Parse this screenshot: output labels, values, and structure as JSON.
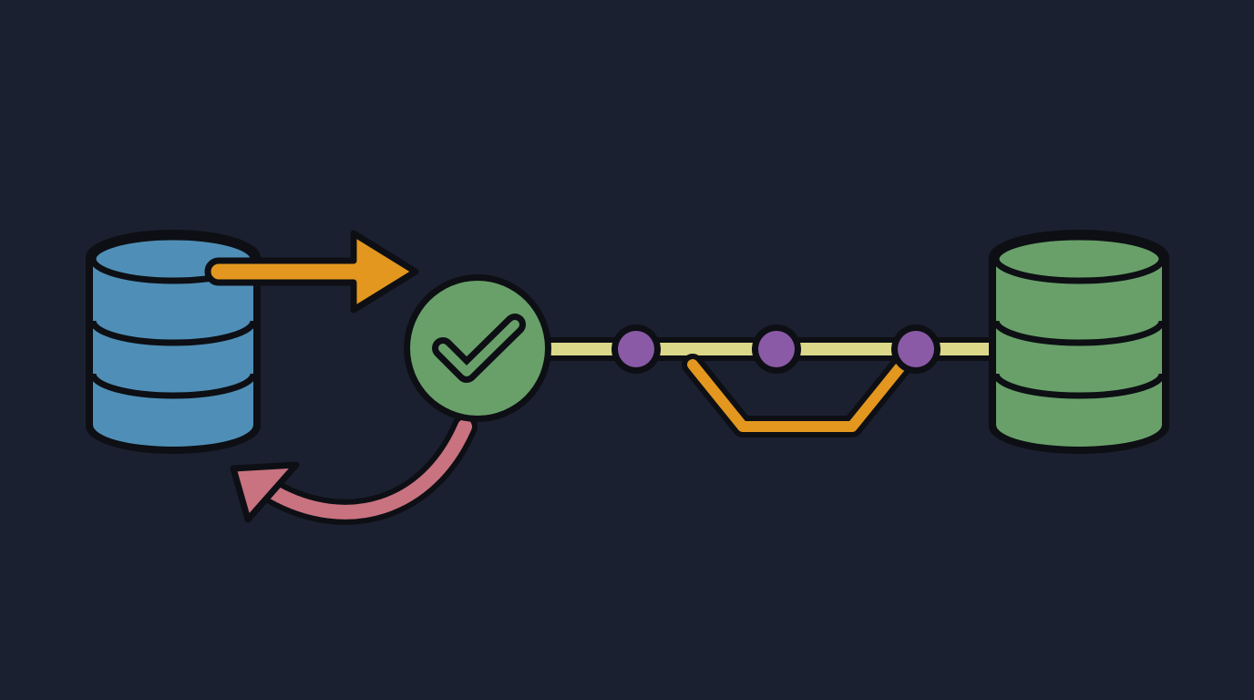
{
  "diagram": {
    "nodes": [
      {
        "id": "source-db",
        "icon": "database-icon",
        "color": "#4f8fb7"
      },
      {
        "id": "validation",
        "icon": "checkmark-icon",
        "color": "#69a06a"
      },
      {
        "id": "commit-1",
        "icon": "commit-node-icon",
        "color": "#8a5aa6"
      },
      {
        "id": "commit-2",
        "icon": "commit-node-icon",
        "color": "#8a5aa6"
      },
      {
        "id": "commit-3",
        "icon": "commit-node-icon",
        "color": "#8a5aa6"
      },
      {
        "id": "target-db",
        "icon": "database-icon",
        "color": "#69a06a"
      }
    ],
    "edges": [
      {
        "from": "source-db",
        "to": "validation",
        "style": "arrow",
        "color": "#e3971f"
      },
      {
        "from": "validation",
        "to": "source-db",
        "style": "curved-arrow",
        "color": "#c97380"
      },
      {
        "from": "validation",
        "to": "target-db",
        "style": "line",
        "color": "#dcd88a"
      },
      {
        "from": "commit-1",
        "to": "commit-3",
        "style": "branch",
        "color": "#e3971f"
      }
    ],
    "colors": {
      "background": "#1b2030",
      "outline": "#0d0f14",
      "source_db": "#4f8fb7",
      "target_db": "#69a06a",
      "check_circle": "#69a06a",
      "forward_arrow": "#e3971f",
      "rollback_arrow": "#c97380",
      "pipeline_line": "#dcd88a",
      "commit_node": "#8a5aa6",
      "branch_line": "#e3971f"
    }
  }
}
